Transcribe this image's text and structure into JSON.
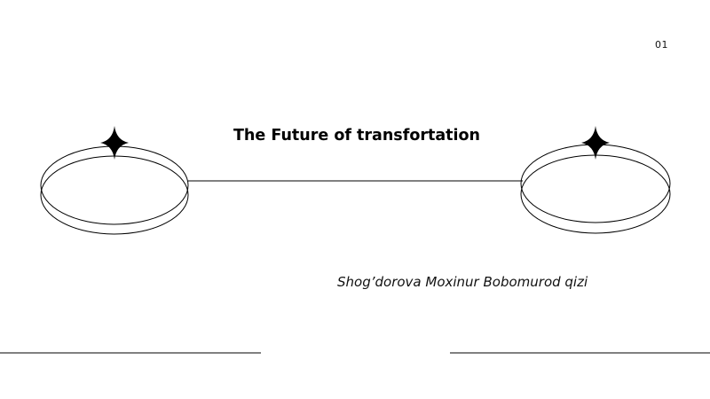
{
  "slide": {
    "number": "01",
    "title": "The Future of transfortation",
    "author": "Shog’dorova Moxinur Bobomurod qizi"
  },
  "colors": {
    "background": "#ffffff",
    "ink": "#000000"
  },
  "icons": [
    "ring-left-icon",
    "ring-right-icon",
    "sparkle-star-left-icon",
    "sparkle-star-right-icon"
  ]
}
